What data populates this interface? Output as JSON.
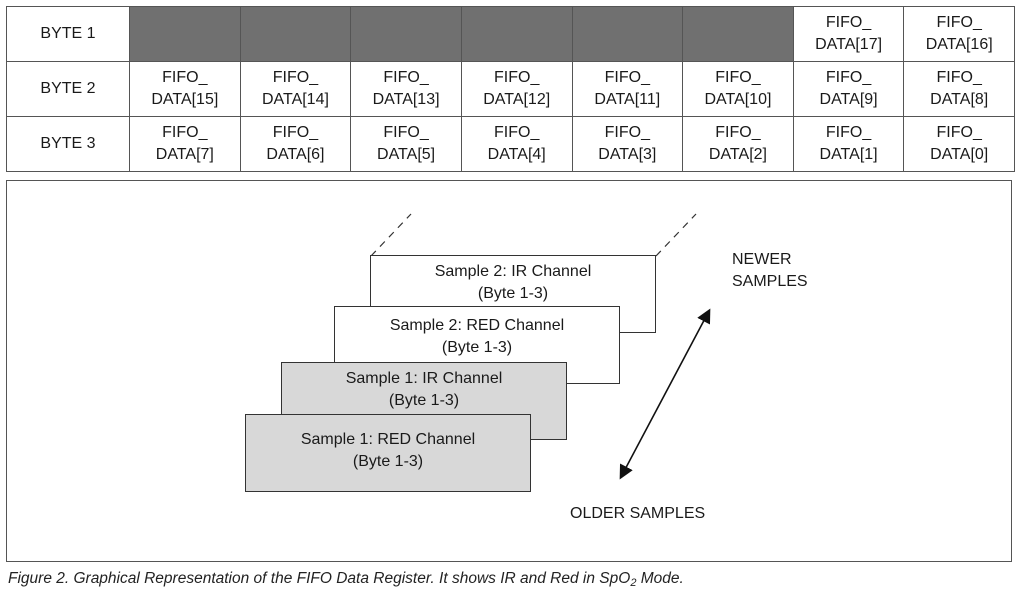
{
  "table": {
    "rows": [
      {
        "label": "BYTE 1",
        "cells": [
          {
            "shaded": true,
            "lines": []
          },
          {
            "shaded": true,
            "lines": []
          },
          {
            "shaded": true,
            "lines": []
          },
          {
            "shaded": true,
            "lines": []
          },
          {
            "shaded": true,
            "lines": []
          },
          {
            "shaded": true,
            "lines": []
          },
          {
            "shaded": false,
            "lines": [
              "FIFO_",
              "DATA[17]"
            ]
          },
          {
            "shaded": false,
            "lines": [
              "FIFO_",
              "DATA[16]"
            ]
          }
        ]
      },
      {
        "label": "BYTE 2",
        "cells": [
          {
            "shaded": false,
            "lines": [
              "FIFO_",
              "DATA[15]"
            ]
          },
          {
            "shaded": false,
            "lines": [
              "FIFO_",
              "DATA[14]"
            ]
          },
          {
            "shaded": false,
            "lines": [
              "FIFO_",
              "DATA[13]"
            ]
          },
          {
            "shaded": false,
            "lines": [
              "FIFO_",
              "DATA[12]"
            ]
          },
          {
            "shaded": false,
            "lines": [
              "FIFO_",
              "DATA[11]"
            ]
          },
          {
            "shaded": false,
            "lines": [
              "FIFO_",
              "DATA[10]"
            ]
          },
          {
            "shaded": false,
            "lines": [
              "FIFO_",
              "DATA[9]"
            ]
          },
          {
            "shaded": false,
            "lines": [
              "FIFO_",
              "DATA[8]"
            ]
          }
        ]
      },
      {
        "label": "BYTE 3",
        "cells": [
          {
            "shaded": false,
            "lines": [
              "FIFO_",
              "DATA[7]"
            ]
          },
          {
            "shaded": false,
            "lines": [
              "FIFO_",
              "DATA[6]"
            ]
          },
          {
            "shaded": false,
            "lines": [
              "FIFO_",
              "DATA[5]"
            ]
          },
          {
            "shaded": false,
            "lines": [
              "FIFO_",
              "DATA[4]"
            ]
          },
          {
            "shaded": false,
            "lines": [
              "FIFO_",
              "DATA[3]"
            ]
          },
          {
            "shaded": false,
            "lines": [
              "FIFO_",
              "DATA[2]"
            ]
          },
          {
            "shaded": false,
            "lines": [
              "FIFO_",
              "DATA[1]"
            ]
          },
          {
            "shaded": false,
            "lines": [
              "FIFO_",
              "DATA[0]"
            ]
          }
        ]
      }
    ]
  },
  "diagram": {
    "samples": {
      "s2_ir": {
        "title": "Sample 2: IR Channel",
        "sub": "(Byte 1-3)"
      },
      "s2_red": {
        "title": "Sample 2: RED Channel",
        "sub": "(Byte 1-3)"
      },
      "s1_ir": {
        "title": "Sample 1: IR Channel",
        "sub": "(Byte 1-3)"
      },
      "s1_red": {
        "title": "Sample 1: RED Channel",
        "sub": "(Byte 1-3)"
      }
    },
    "newer_label": [
      "NEWER",
      "SAMPLES"
    ],
    "older_label": "OLDER SAMPLES"
  },
  "caption": {
    "before": "Figure 2. Graphical Representation of the FIFO Data Register. It shows IR and Red in SpO",
    "subscript": "2",
    "after": " Mode."
  },
  "colors": {
    "shaded_cell": "#707070",
    "old_sample_fill": "#d8d8d8",
    "new_sample_fill": "#ffffff"
  }
}
